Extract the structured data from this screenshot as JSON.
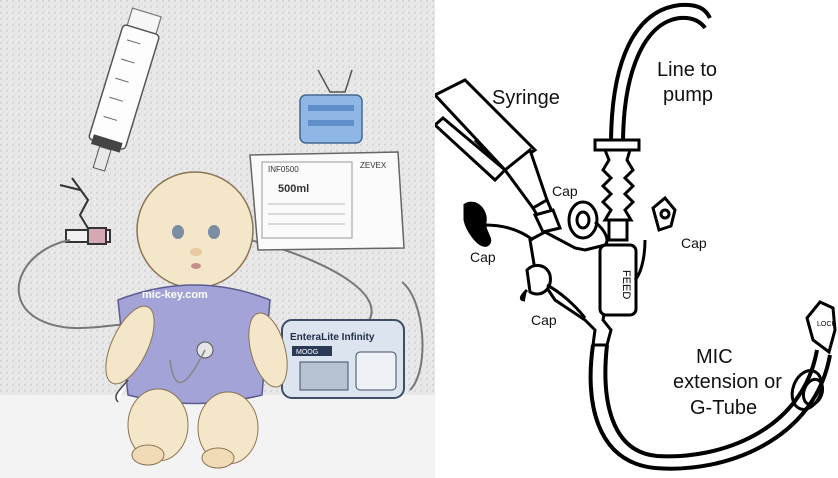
{
  "photo": {
    "shirt_text": "mic-key.com",
    "pump_brand": "EnteraLite Infinity",
    "pump_model": "MOOG",
    "bag_volume": "500ml",
    "bag_header": "INF0500",
    "bag_brand": "ZEVEX"
  },
  "diagram": {
    "labels": {
      "syringe": "Syringe",
      "line_to_pump_1": "Line to",
      "line_to_pump_2": "pump",
      "cap_top": "Cap",
      "cap_right": "Cap",
      "cap_left": "Cap",
      "cap_bottom": "Cap",
      "mic_1": "MIC",
      "mic_2": "extension or",
      "mic_3": "G-Tube"
    },
    "port_text": "FEED",
    "lock_text": "LOCK"
  }
}
